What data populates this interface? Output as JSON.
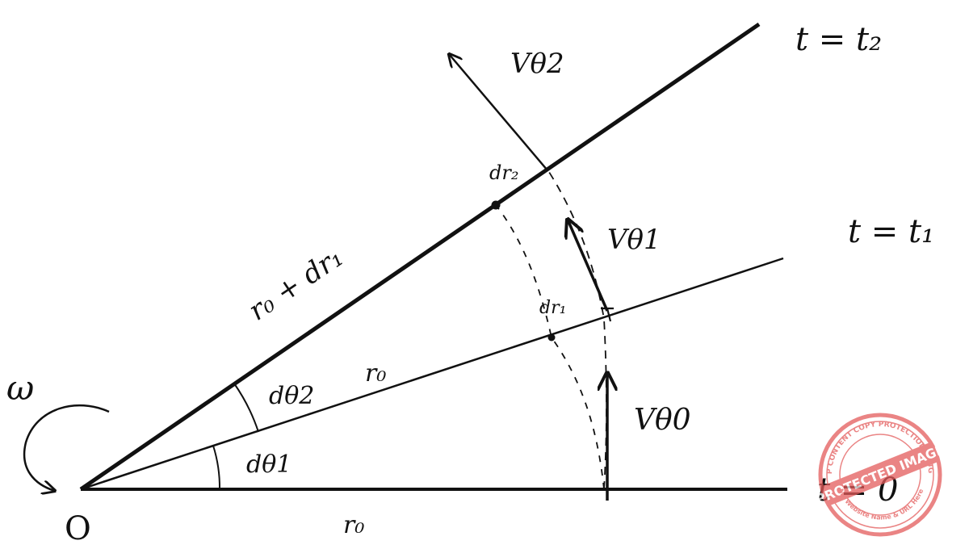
{
  "colors": {
    "ink": "#111111",
    "stamp": "#e35b5b",
    "background": "#ffffff"
  },
  "labels": {
    "time_t2": "t = t₂",
    "time_t1": "t = t₁",
    "time_0": "t = 0",
    "v_theta2": "Vθ2",
    "v_theta1": "Vθ1",
    "v_theta0": "Vθ0",
    "dr2": "dr₂",
    "dr1": "dr₁",
    "r0_plus_dr1": "r₀ + dr₁",
    "r0_middle": "r₀",
    "r0_bottom": "r₀",
    "d_theta2": "dθ2",
    "d_theta1": "dθ1",
    "omega": "ω",
    "origin": "O"
  },
  "stamp": {
    "top_text": "WP CONTENT COPY PROTECTION PLUGIN",
    "center_text": "PROTECTED IMAGE",
    "bottom_text": "My Website Name & URL Here"
  }
}
